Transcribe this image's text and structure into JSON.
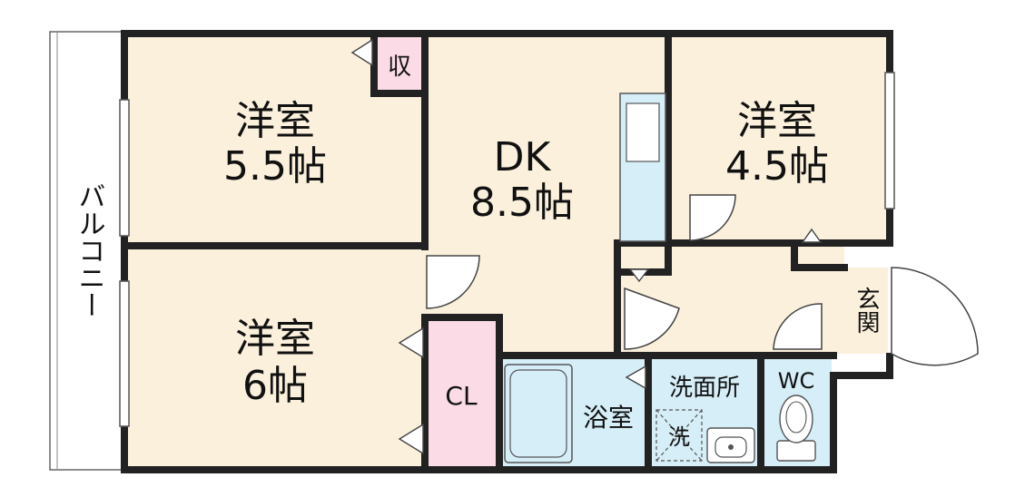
{
  "rooms": {
    "western_room_1": {
      "name": "洋室",
      "size": "5.5帖"
    },
    "dk": {
      "name": "DK",
      "size": "8.5帖"
    },
    "western_room_2": {
      "name": "洋室",
      "size": "4.5帖"
    },
    "western_room_3": {
      "name": "洋室",
      "size": "6帖"
    },
    "storage": "収",
    "closet": "CL",
    "bathroom": "浴室",
    "washroom": "洗面所",
    "washer": "洗",
    "toilet": "WC",
    "entrance": "玄関",
    "balcony": "バルコニー"
  },
  "colors": {
    "room_floor": "#fbf0dc",
    "wet_area": "#d6eef8",
    "storage": "#fadbe6",
    "wall": "#222222"
  }
}
